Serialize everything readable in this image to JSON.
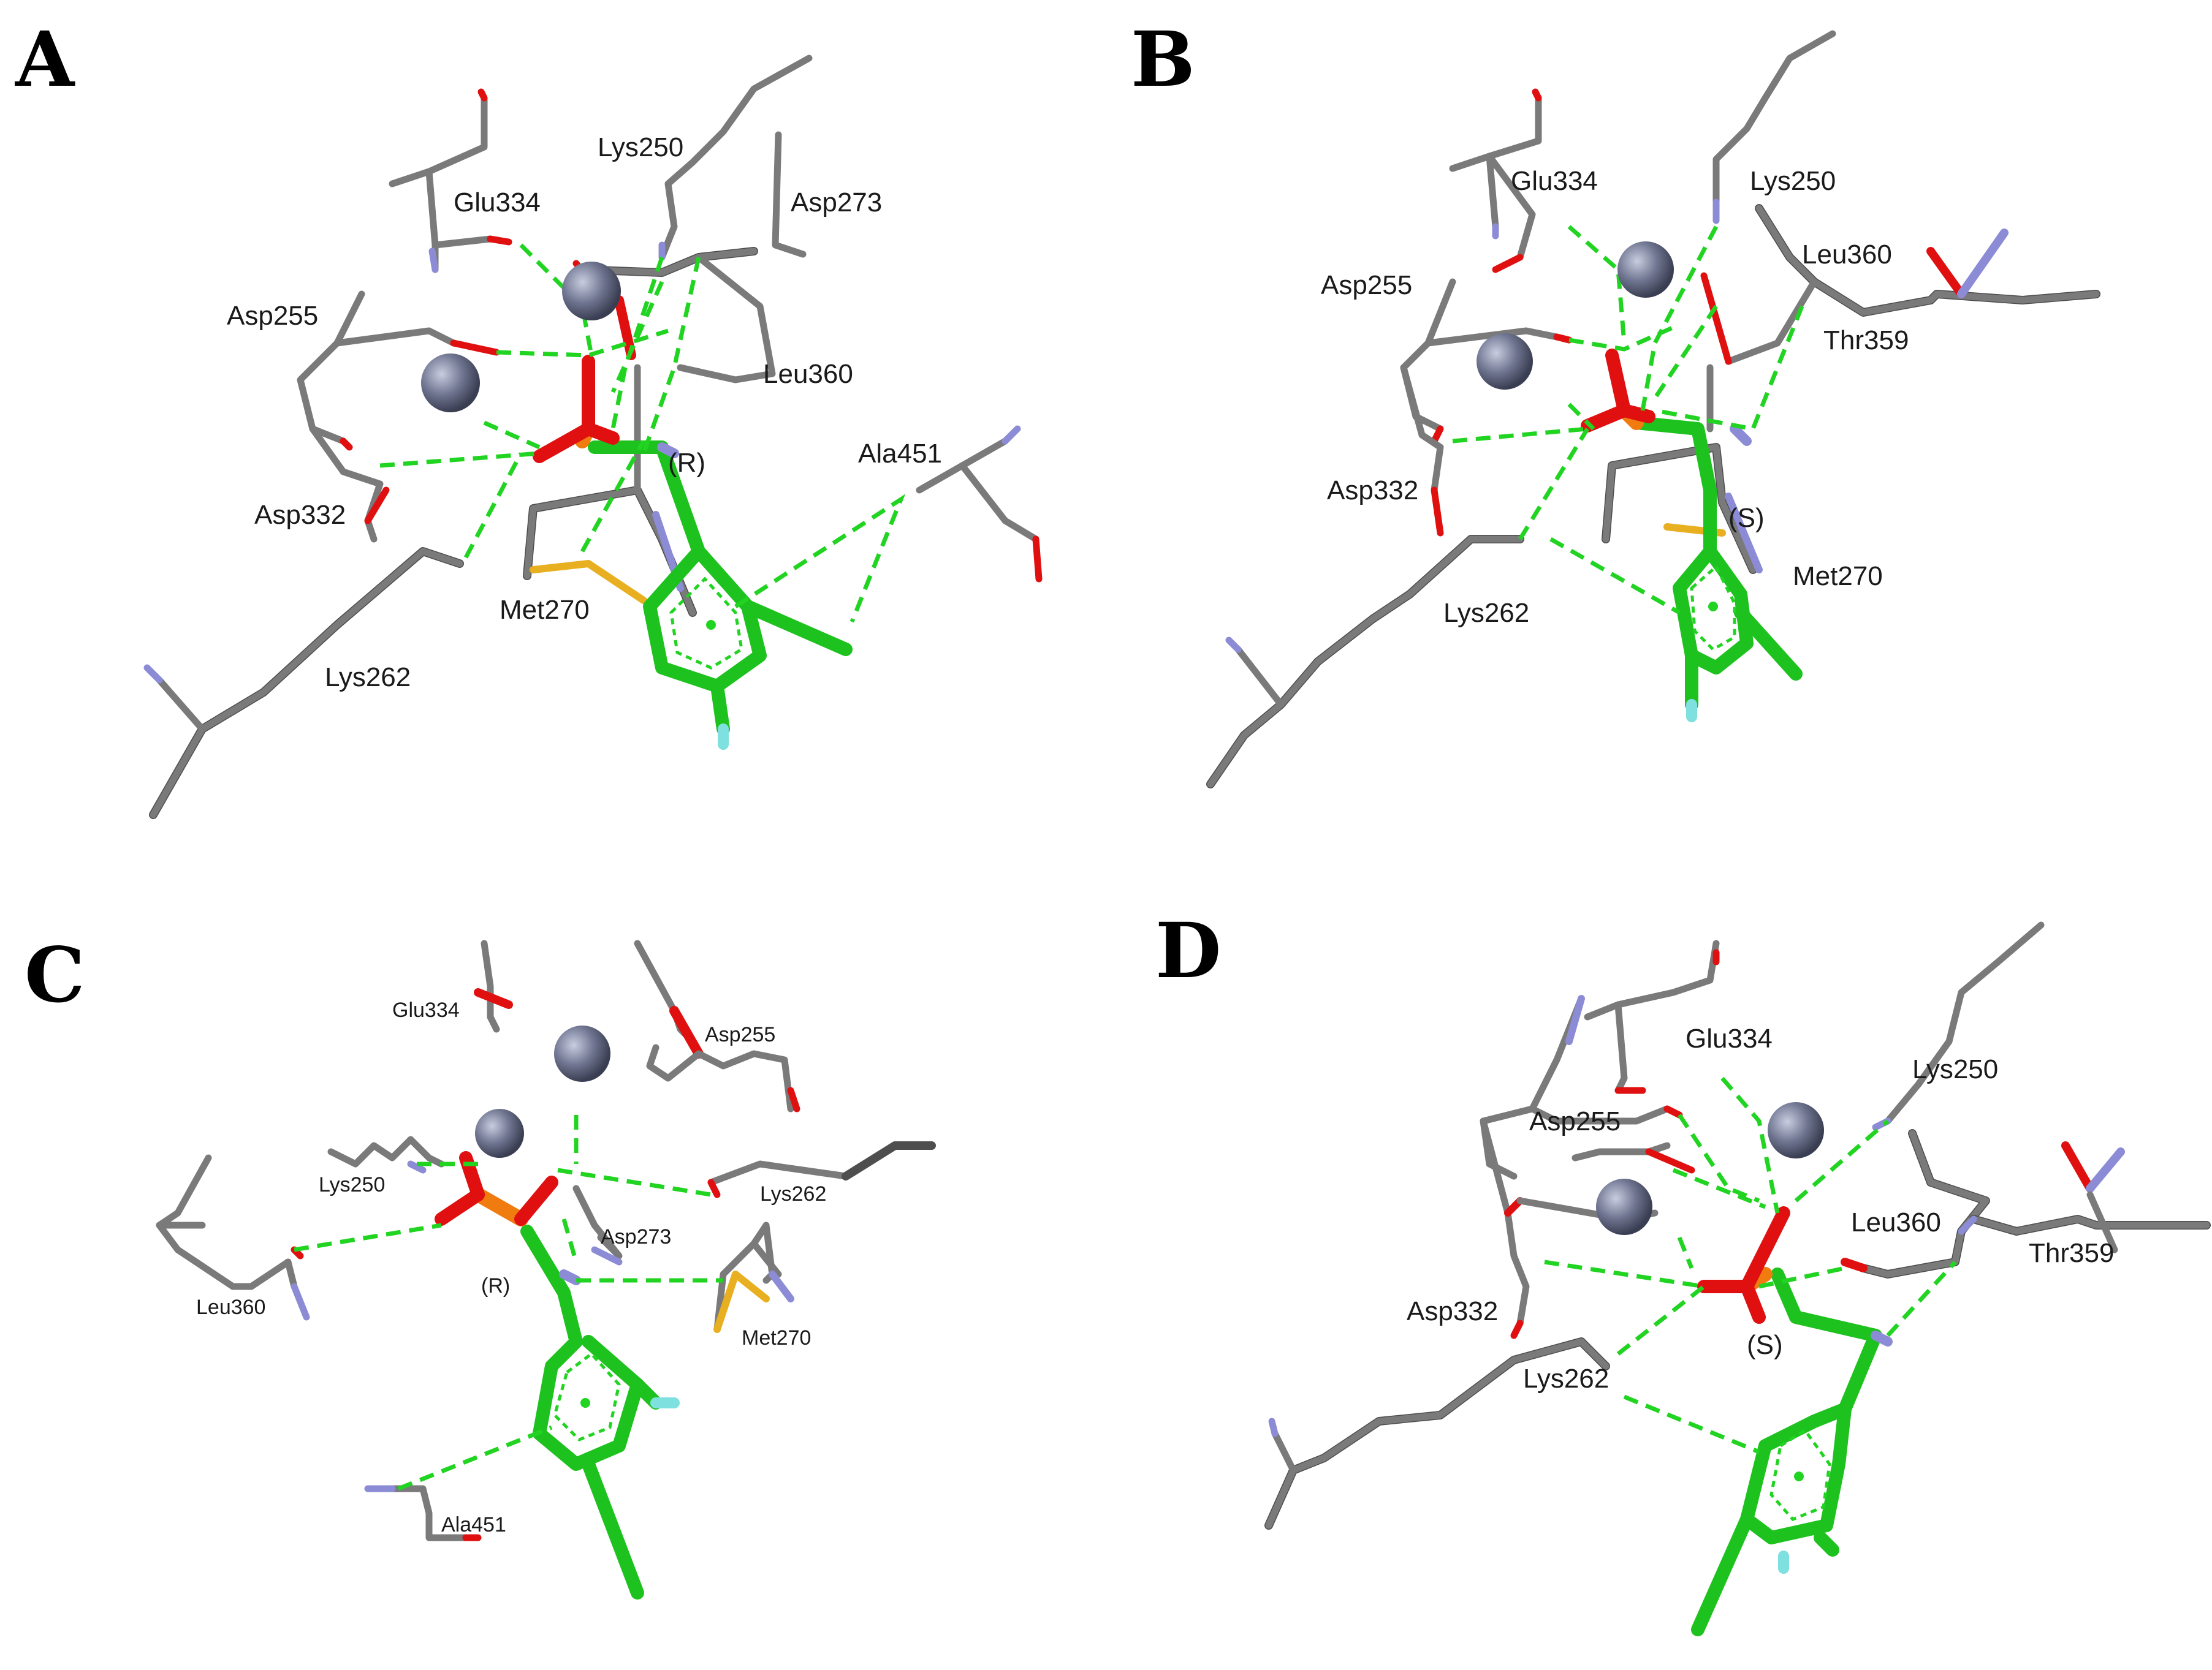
{
  "figure": {
    "panels": [
      {
        "letter": "A",
        "residues": [
          "Glu334",
          "Lys250",
          "Asp273",
          "Asp255",
          "Leu360",
          "Ala451",
          "Asp332",
          "Met270",
          "Lys262"
        ],
        "stereo": "(R)"
      },
      {
        "letter": "B",
        "residues": [
          "Glu334",
          "Lys250",
          "Leu360",
          "Asp255",
          "Thr359",
          "Asp332",
          "Met270",
          "Lys262"
        ],
        "stereo": "(S)"
      },
      {
        "letter": "C",
        "residues": [
          "Glu334",
          "Asp255",
          "Lys250",
          "Lys262",
          "Asp273",
          "Leu360",
          "Met270",
          "Ala451"
        ],
        "stereo": "(R)"
      },
      {
        "letter": "D",
        "residues": [
          "Glu334",
          "Lys250",
          "Asp255",
          "Leu360",
          "Thr359",
          "Asp332",
          "Lys262"
        ],
        "stereo": "(S)"
      }
    ],
    "colors": {
      "protein_carbon": "#7a7a7a",
      "ligand_carbon": "#1ec21e",
      "oxygen": "#e01010",
      "nitrogen": "#8c8cd6",
      "phosphorus": "#f07c10",
      "sulfur": "#e8b020",
      "fluorine": "#7fe0e0",
      "metal_ion": "#6f7590",
      "hbond": "#22d422"
    }
  }
}
